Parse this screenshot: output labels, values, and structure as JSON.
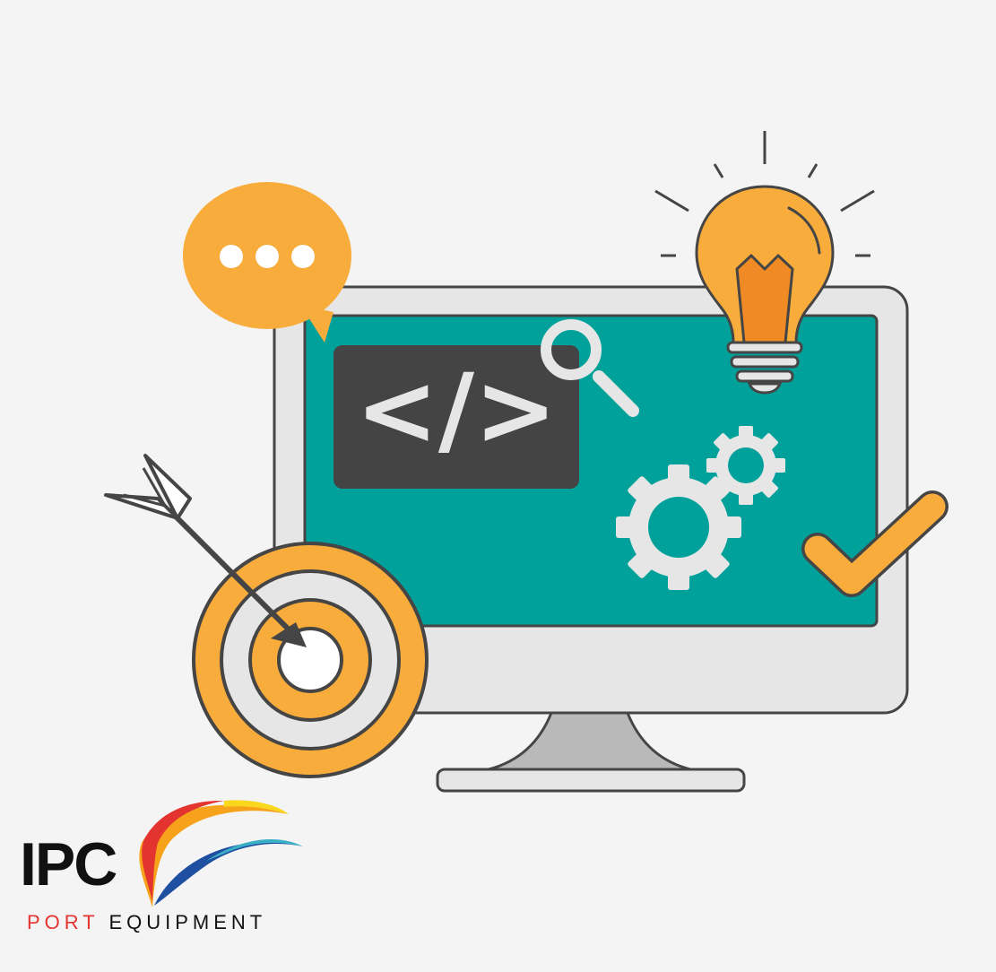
{
  "illustration": {
    "screen_code": "</>",
    "colors": {
      "background": "#f4f4f4",
      "screen": "#00a19a",
      "accent_orange": "#f8ac3c",
      "dark": "#444444",
      "light_gray": "#e6e6e6",
      "outline": "#454545"
    },
    "icons": [
      "speech-bubble-icon",
      "code-icon",
      "magnifier-icon",
      "lightbulb-icon",
      "gears-icon",
      "checkmark-icon",
      "target-icon",
      "arrow-icon",
      "monitor"
    ]
  },
  "logo": {
    "name": "IPC",
    "sub_port": "PORT",
    "sub_equipment": "EQUIPMENT",
    "colors": [
      "#e3342f",
      "#f6a21a",
      "#f9d71c",
      "#1f4fa0",
      "#3ab0c7"
    ]
  }
}
